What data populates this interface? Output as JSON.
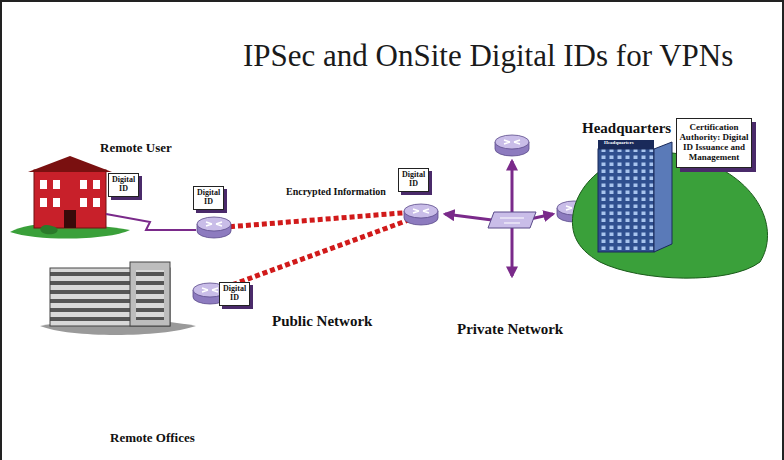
{
  "diagram": {
    "title": "IPSec and OnSite Digital IDs for VPNs",
    "nodes": [
      {
        "text": [
          "Certification Authority: Digital ID Issuance and Management"
        ]
      },
      {
        "text": [
          "Digital ID"
        ]
      },
      {
        "text": [
          "Digital ID"
        ]
      },
      {
        "text": [
          "Digital ID"
        ]
      },
      {
        "text": [
          "Digital ID"
        ]
      }
    ],
    "labels": [
      "Remote User",
      "Headquarters",
      "Headquarters",
      "Encrypted Information",
      "Public Network",
      "Private Network",
      "Remote Offices"
    ]
  }
}
